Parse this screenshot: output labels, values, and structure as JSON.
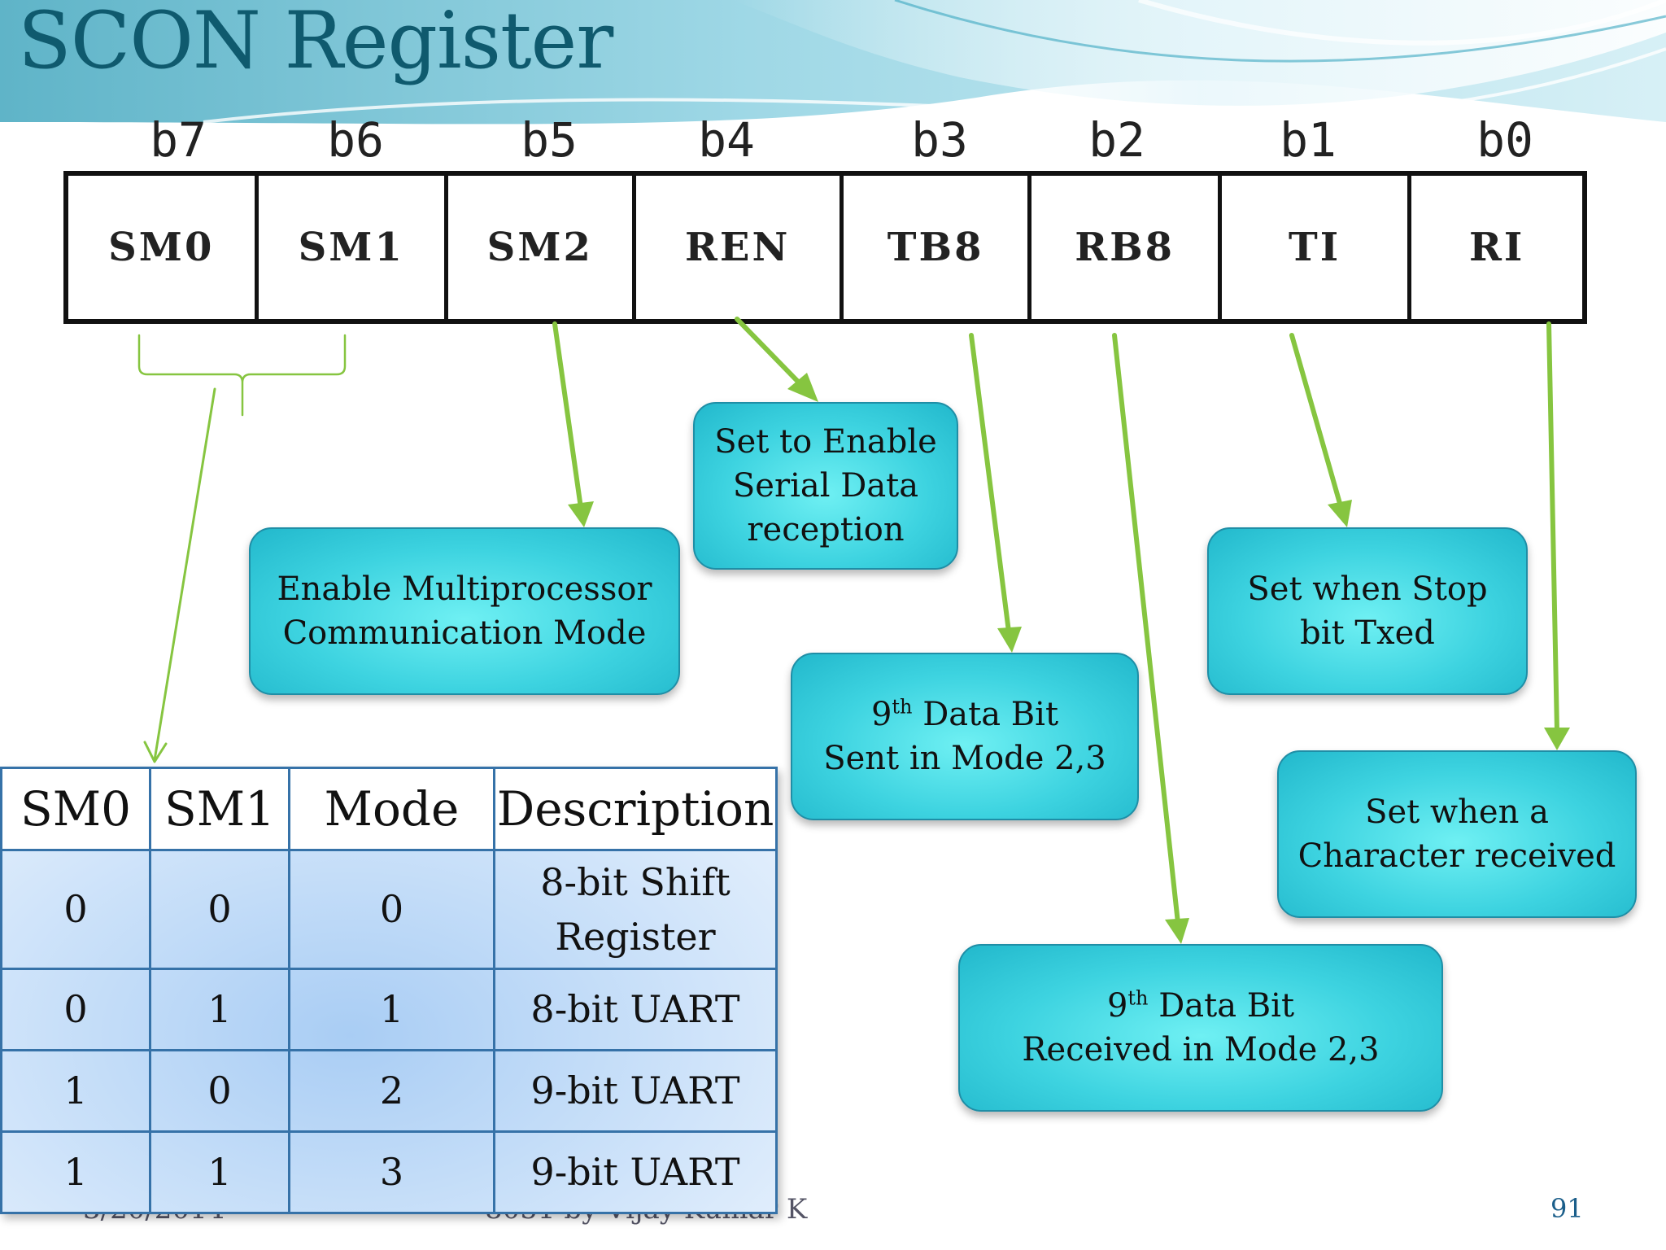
{
  "title": "SCON Register",
  "register": {
    "bit_labels": [
      "b7",
      "b6",
      "b5",
      "b4",
      "b3",
      "b2",
      "b1",
      "b0"
    ],
    "fields": [
      "SM0",
      "SM1",
      "SM2",
      "REN",
      "TB8",
      "RB8",
      "TI",
      "RI"
    ]
  },
  "callouts": {
    "sm2": [
      "Enable Multiprocessor",
      "Communication Mode"
    ],
    "ren": [
      "Set to Enable",
      "Serial Data",
      "reception"
    ],
    "tb8": {
      "sup": "th",
      "lead": "9",
      "line1_rest": " Data Bit",
      "line2": "Sent in Mode 2,3"
    },
    "rb8": {
      "sup": "th",
      "lead": "9",
      "line1_rest": " Data Bit",
      "line2": "Received in Mode 2,3"
    },
    "ti": [
      "Set when Stop",
      "bit Txed"
    ],
    "ri": [
      "Set when a",
      "Character received"
    ]
  },
  "mode_table": {
    "headers": [
      "SM0",
      "SM1",
      "Mode",
      "Description"
    ],
    "rows": [
      [
        "0",
        "0",
        "0",
        "8-bit Shift",
        "Register"
      ],
      [
        "0",
        "1",
        "1",
        "8-bit UART",
        ""
      ],
      [
        "1",
        "0",
        "2",
        "9-bit UART",
        ""
      ],
      [
        "1",
        "1",
        "3",
        "9-bit UART",
        ""
      ]
    ]
  },
  "footer": {
    "date": "3/20/2014",
    "author": "8051 by Vijay Kumar K",
    "page": "91"
  },
  "colors": {
    "title": "#0f5a6e",
    "arrow": "#86c540",
    "callout": "#3dd3e0",
    "table_border": "#3672a8"
  }
}
